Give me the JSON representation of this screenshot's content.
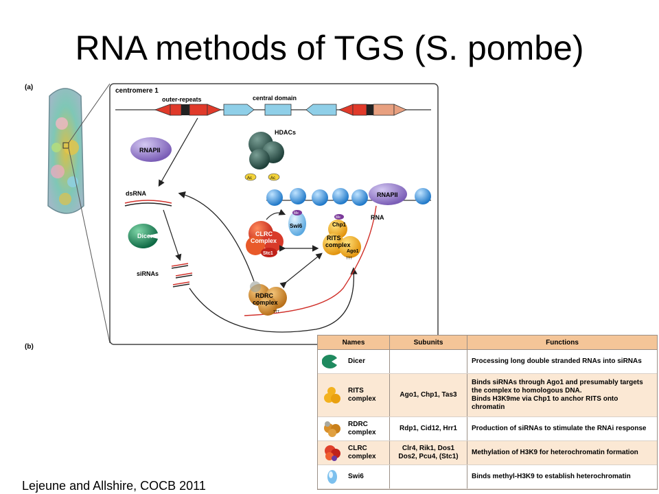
{
  "slide": {
    "title": "RNA methods of TGS (S. pombe)",
    "credit": "Lejeune and Allshire, COCB 2011"
  },
  "figure": {
    "panel_a": "(a)",
    "panel_b": "(b)",
    "centromere_label": "centromere 1",
    "outer_repeats": "outer-repeats",
    "central_domain": "central domain",
    "rnapii_left": "RNAPII",
    "rnapii_right": "RNAPII",
    "hdacs": "HDACs",
    "dsrna": "dsRNA",
    "dicer": "Dicer",
    "sirnas": "siRNAs",
    "clrc": "CLRC",
    "complex": "Complex",
    "stc1": "Stc1",
    "swi6": "Swi6",
    "chp1": "Chp1",
    "rits": "RITS",
    "rits_complex": "complex",
    "ago1": "Ago1",
    "rna": "RNA",
    "rdrc": "RDRC",
    "rdrc_complex": "complex",
    "me": "Me",
    "ac": "Ac",
    "ttt": "TTT"
  },
  "table": {
    "headers": [
      "Names",
      "Subunits",
      "Functions"
    ],
    "rows": [
      {
        "name": "Dicer",
        "name2": "",
        "subunits": "",
        "subunits2": "",
        "f1": "Processing long double stranded RNAs into siRNAs",
        "f2": "",
        "f3": "",
        "icon": "dicer-icon"
      },
      {
        "name": "RITS",
        "name2": "complex",
        "subunits": "Ago1, Chp1, Tas3",
        "subunits2": "",
        "f1": "Binds siRNAs through Ago1 and presumably targets",
        "f2": "the complex to homologous DNA.",
        "f3": "Binds H3K9me via Chp1 to anchor RITS onto chromatin",
        "icon": "rits-icon"
      },
      {
        "name": "RDRC",
        "name2": "complex",
        "subunits": "Rdp1, Cid12, Hrr1",
        "subunits2": "",
        "f1": "Production of siRNAs to stimulate the RNAi response",
        "f2": "",
        "f3": "",
        "icon": "rdrc-icon"
      },
      {
        "name": "CLRC",
        "name2": "complex",
        "subunits": "Clr4, Rik1, Dos1",
        "subunits2": "Dos2, Pcu4, (Stc1)",
        "f1": "Methylation of H3K9 for heterochromatin formation",
        "f2": "",
        "f3": "",
        "icon": "clrc-icon"
      },
      {
        "name": "Swi6",
        "name2": "",
        "subunits": "",
        "subunits2": "",
        "f1": "Binds methyl-H3K9 to establish heterochromatin",
        "f2": "",
        "f3": "",
        "icon": "swi6-icon"
      }
    ]
  },
  "colors": {
    "outer_repeat_red": "#e03a2a",
    "central_blue": "#8fcfe8",
    "rnapii_purple": "#8a6fbf",
    "hdac_green": "#2f5d54",
    "dicer_green": "#1f8a5f",
    "clrc_red": "#e0412b",
    "rits_orange": "#f3b21f",
    "rdrc_orange": "#d9902a",
    "swi6_blue": "#7cc0ee",
    "table_header": "#f4c598"
  }
}
